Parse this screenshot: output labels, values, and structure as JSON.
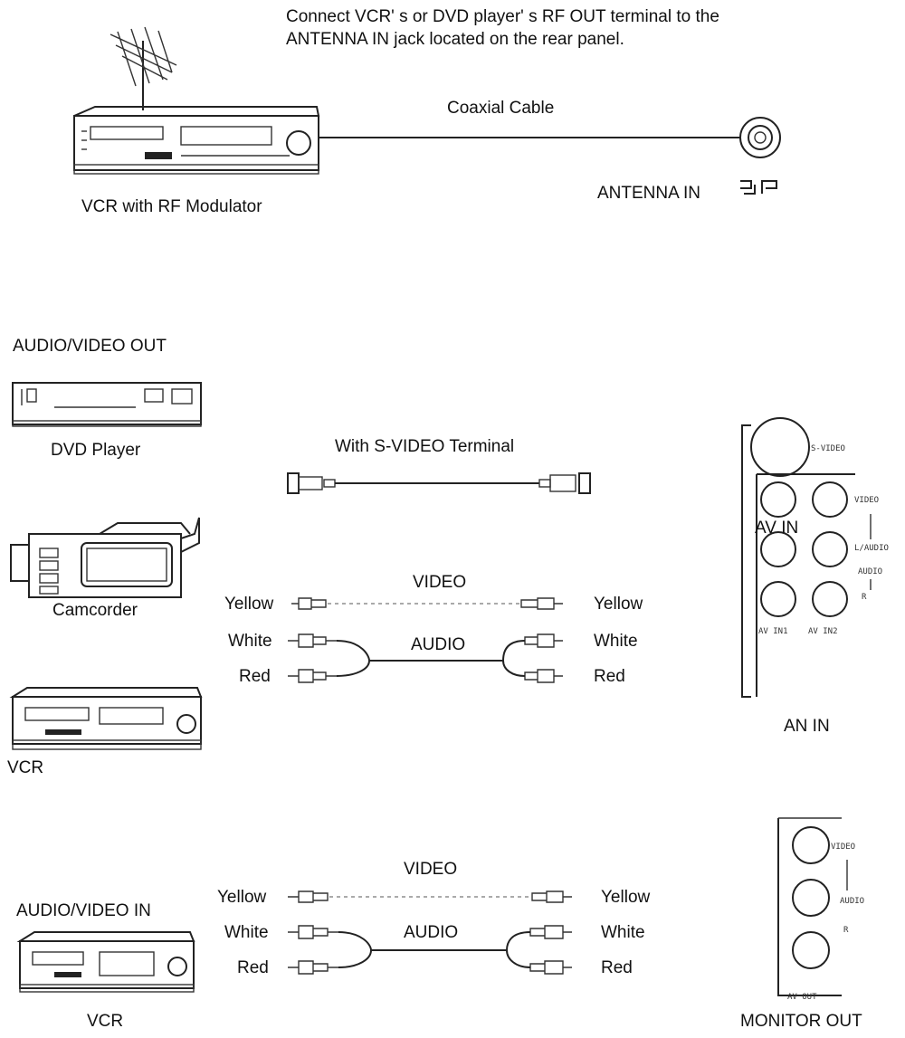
{
  "section1": {
    "instruction_line1": "Connect VCR' s or DVD player' s RF OUT terminal to the",
    "instruction_line2": "ANTENNA IN jack located on the rear panel.",
    "cable_label": "Coaxial Cable",
    "device_label": "VCR with RF Modulator",
    "jack_label": "ANTENNA IN"
  },
  "section2": {
    "heading": "AUDIO/VIDEO OUT",
    "dvd_label": "DVD Player",
    "svideo_label": "With S-VIDEO Terminal",
    "camcorder_label": "Camcorder",
    "vcr_label": "VCR",
    "video_label": "VIDEO",
    "audio_label": "AUDIO",
    "left_plugs": [
      "Yellow",
      "White",
      "Red"
    ],
    "right_plugs": [
      "Yellow",
      "White",
      "Red"
    ],
    "panel_overlay": "AV IN",
    "panel_caption": "AN IN"
  },
  "section3": {
    "heading": "AUDIO/VIDEO IN",
    "vcr_label": "VCR",
    "video_label": "VIDEO",
    "audio_label": "AUDIO",
    "left_plugs": [
      "Yellow",
      "White",
      "Red"
    ],
    "right_plugs": [
      "Yellow",
      "White",
      "Red"
    ],
    "panel_caption": "MONITOR OUT"
  }
}
